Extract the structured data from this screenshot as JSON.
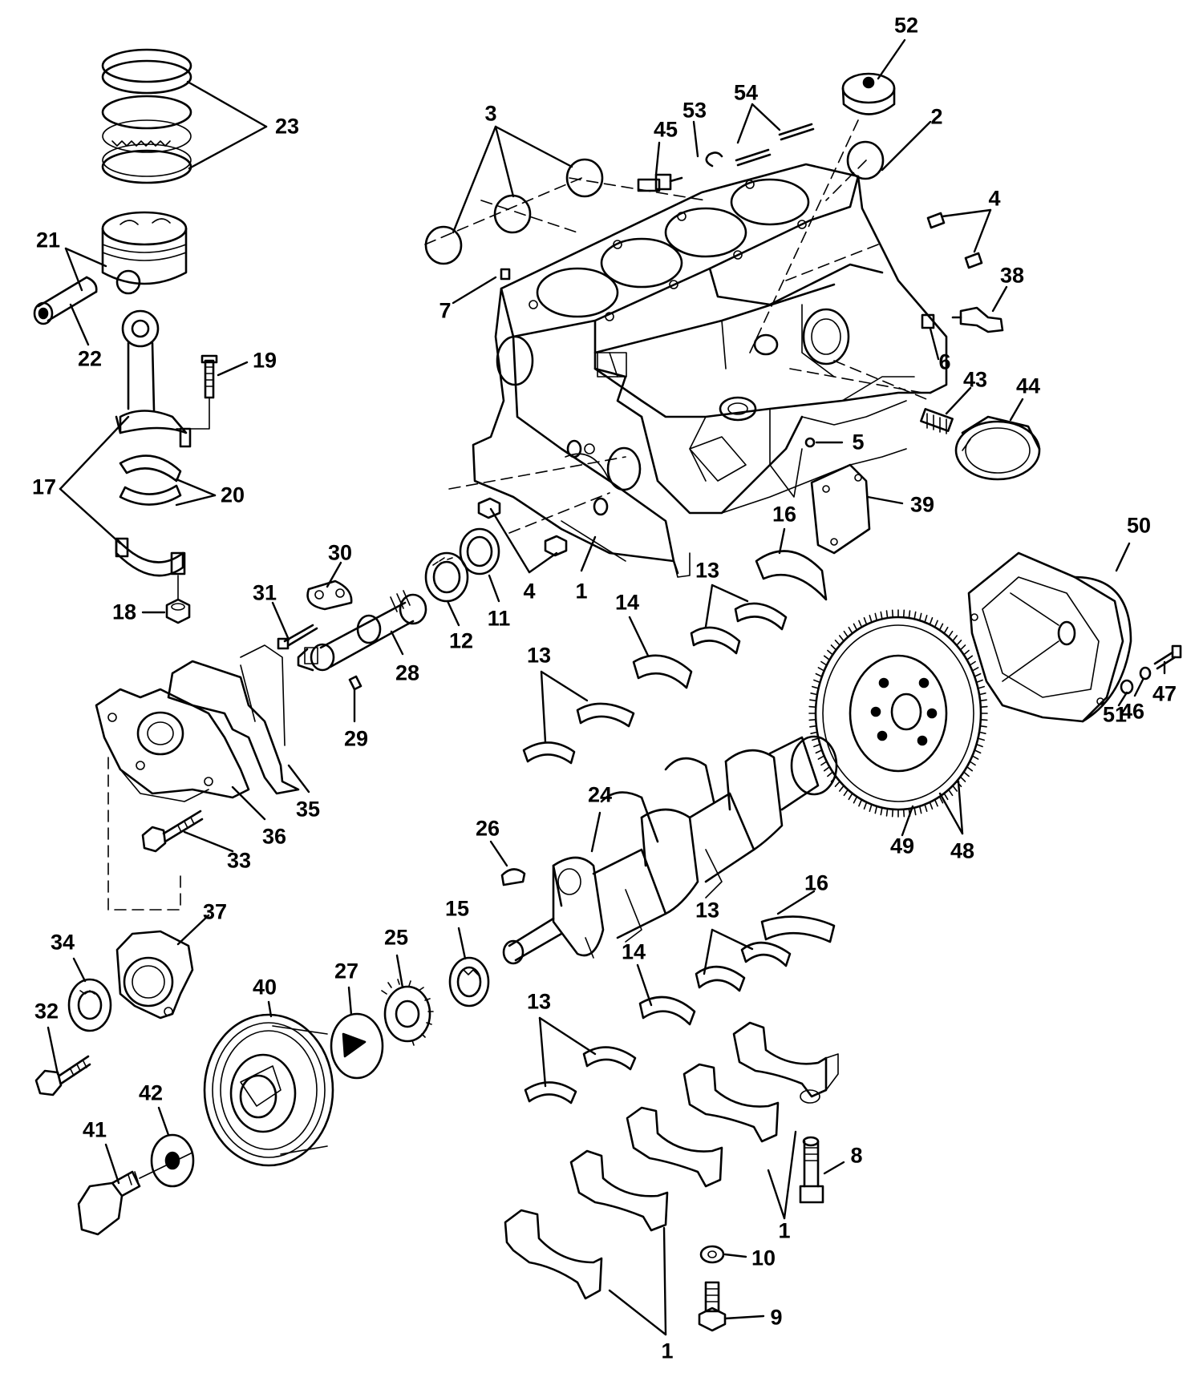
{
  "colors": {
    "ink": "#000000",
    "paper": "#ffffff"
  },
  "callouts": [
    "52",
    "3",
    "53",
    "54",
    "2",
    "45",
    "4",
    "38",
    "7",
    "6",
    "43",
    "44",
    "5",
    "39",
    "23",
    "21",
    "22",
    "19",
    "17",
    "20",
    "18",
    "30",
    "31",
    "28",
    "29",
    "12",
    "11",
    "4",
    "1",
    "16",
    "13",
    "14",
    "50",
    "13",
    "51",
    "46",
    "47",
    "35",
    "36",
    "33",
    "49",
    "48",
    "26",
    "24",
    "16",
    "13",
    "15",
    "25",
    "37",
    "34",
    "14",
    "13",
    "32",
    "27",
    "40",
    "42",
    "41",
    "8",
    "10",
    "1",
    "9",
    "1"
  ]
}
